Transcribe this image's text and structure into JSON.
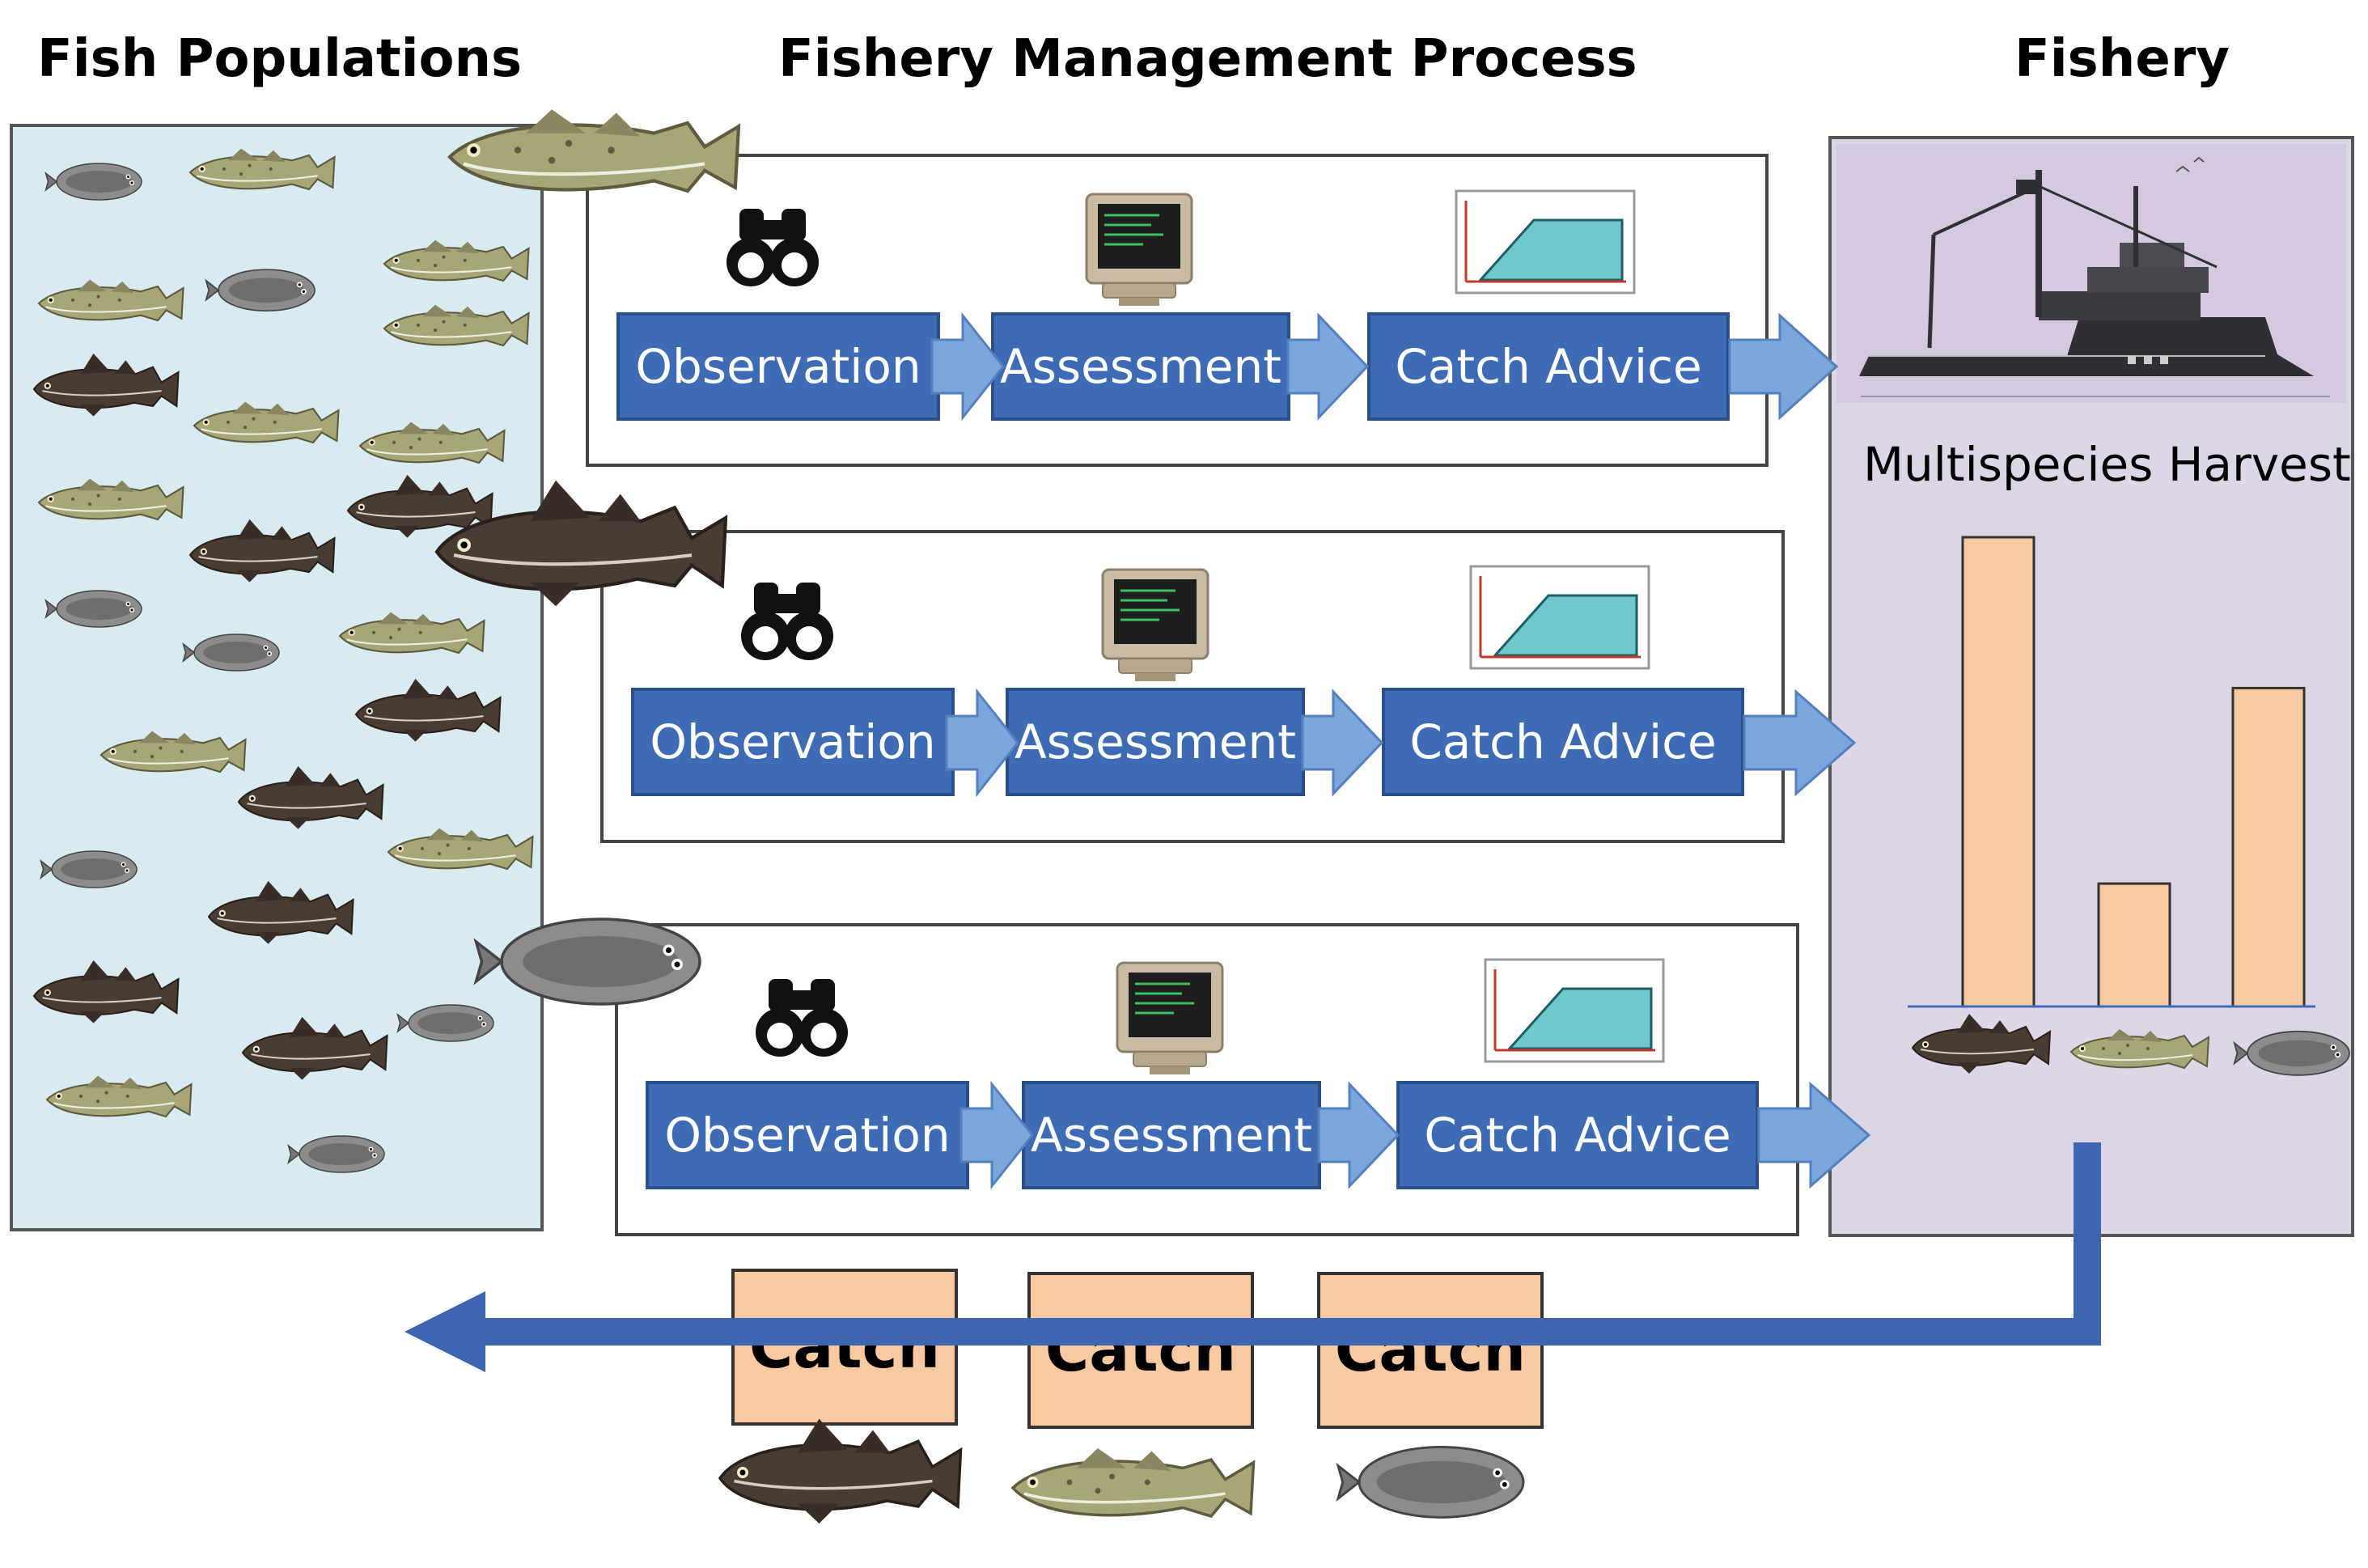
{
  "titles": {
    "populations": "Fish Populations",
    "process": "Fishery Management Process",
    "fishery": "Fishery"
  },
  "rows": [
    {
      "observation": "Observation",
      "assessment": "Assessment",
      "advice": "Catch Advice"
    },
    {
      "observation": "Observation",
      "assessment": "Assessment",
      "advice": "Catch Advice"
    },
    {
      "observation": "Observation",
      "assessment": "Assessment",
      "advice": "Catch Advice"
    }
  ],
  "harvest": {
    "title": "Multispecies Harvest",
    "species": [
      "haddock-icon",
      "cod-icon",
      "flatfish-icon"
    ],
    "values": [
      0.84,
      0.22,
      0.57
    ]
  },
  "catch": [
    "Catch",
    "Catch",
    "Catch"
  ],
  "colors": {
    "step": "#3d6cb4",
    "arrow": "#7aa7dc",
    "flow": "#3d65b0",
    "catch_box": "#f9c9a2",
    "bar": "#f9c9a2",
    "water": "#d8ebf0",
    "fishery_bg": "#ddd6e6",
    "chart_fill": "#6ec8cc"
  }
}
